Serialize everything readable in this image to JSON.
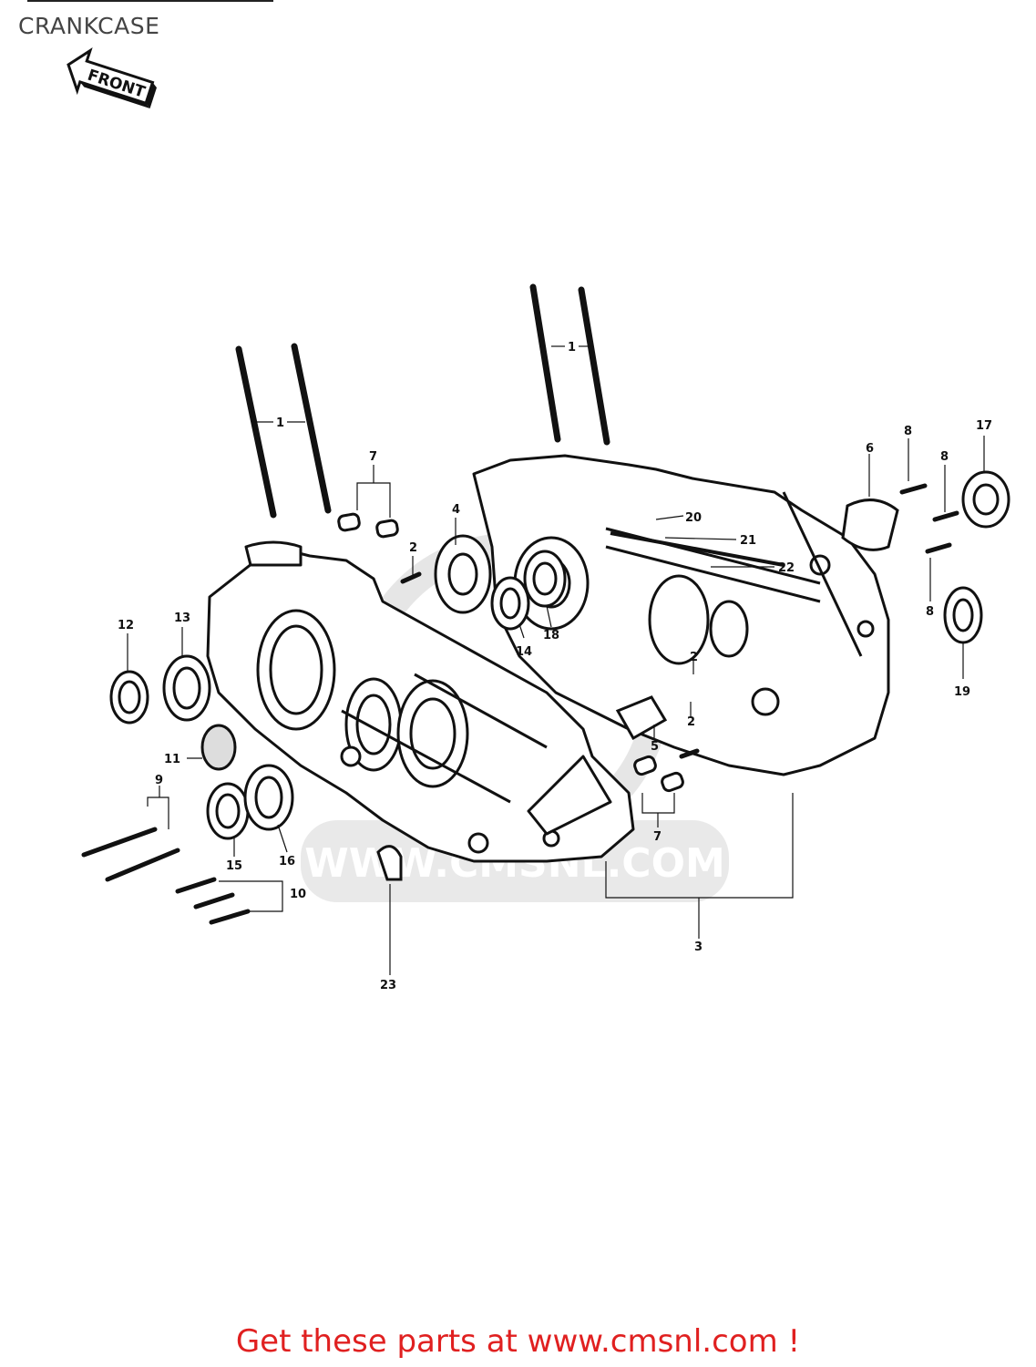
{
  "page": {
    "title": "CRANKCASE"
  },
  "orientation": {
    "badge_text": "FRONT"
  },
  "watermark": {
    "text": "WWW.CMSNL.COM"
  },
  "callouts": [
    "1",
    "1",
    "2",
    "2",
    "2",
    "3",
    "4",
    "5",
    "6",
    "7",
    "7",
    "8",
    "8",
    "8",
    "9",
    "10",
    "11",
    "12",
    "13",
    "14",
    "15",
    "16",
    "17",
    "18",
    "19",
    "20",
    "21",
    "22",
    "23"
  ],
  "footer": {
    "cta": "Get these parts at www.cmsnl.com !"
  }
}
